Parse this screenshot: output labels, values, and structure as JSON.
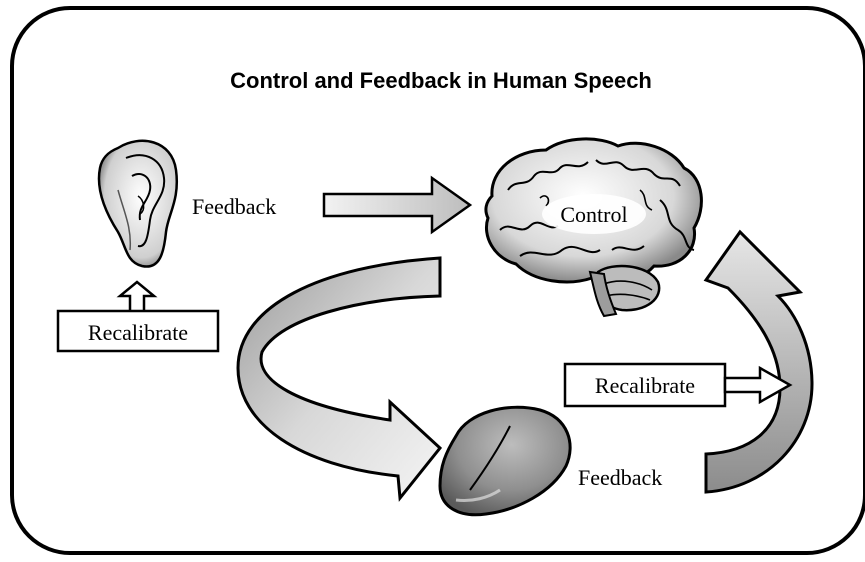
{
  "diagram": {
    "title": "Control and Feedback in Human Speech",
    "brain_label": "Control",
    "ear_feedback_label": "Feedback",
    "ear_recalibrate_label": "Recalibrate",
    "tongue_recalibrate_label": "Recalibrate",
    "tongue_feedback_label": "Feedback"
  },
  "icons": {
    "ear": "ear-icon",
    "brain": "brain-icon",
    "tongue": "tongue-icon"
  }
}
